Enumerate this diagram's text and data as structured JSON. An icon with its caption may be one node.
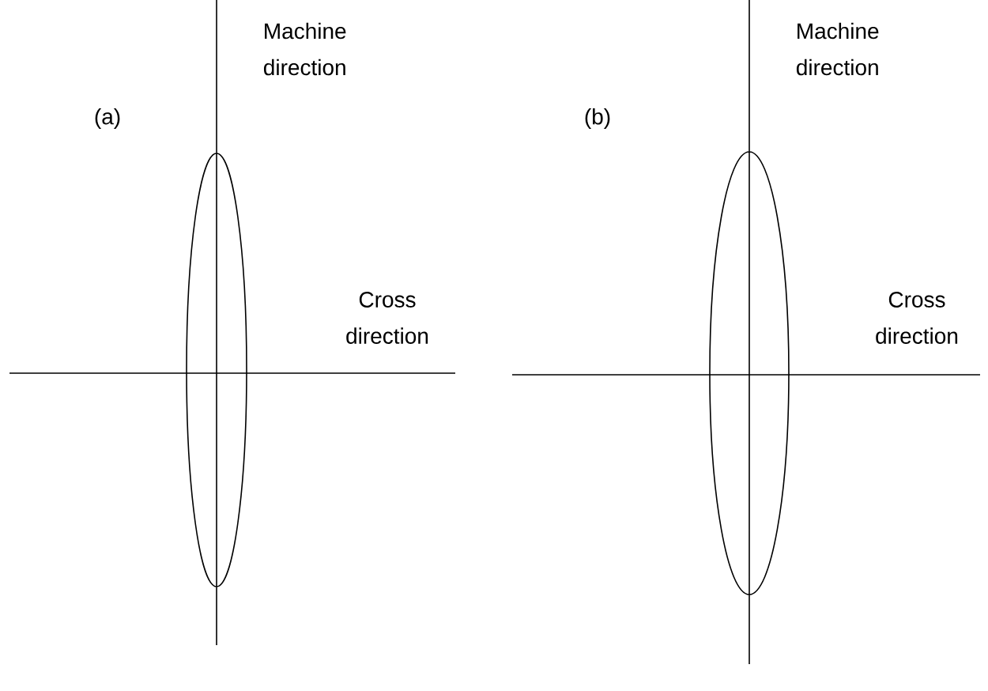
{
  "diagram": {
    "labels": [
      "(a)",
      "Machine direction",
      "Cross direction",
      "(b)",
      "Machine direction",
      "Cross direction"
    ]
  }
}
